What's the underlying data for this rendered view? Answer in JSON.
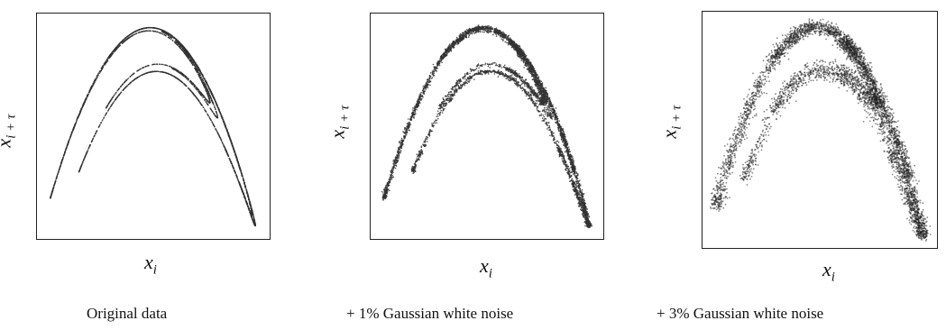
{
  "chart_data": [
    {
      "type": "scatter",
      "xlabel": "x_i",
      "ylabel": "x_{i+τ}",
      "caption": "Original data",
      "noise_percent": 0,
      "grid": false
    },
    {
      "type": "scatter",
      "xlabel": "x_i",
      "ylabel": "x_{i+τ}",
      "caption": "+ 1% Gaussian white noise",
      "noise_percent": 1,
      "grid": false
    },
    {
      "type": "scatter",
      "xlabel": "x_i",
      "ylabel": "x_{i+τ}",
      "caption": "+ 3% Gaussian white noise",
      "noise_percent": 3,
      "grid": false
    }
  ]
}
